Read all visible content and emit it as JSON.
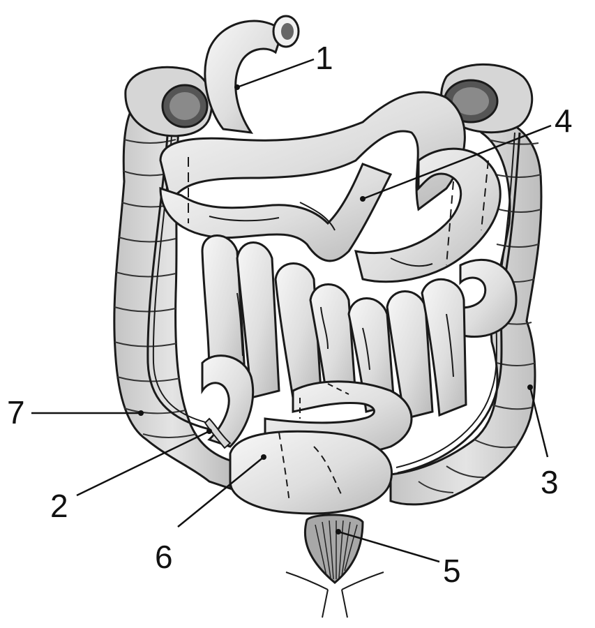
{
  "labels": {
    "l1": "1",
    "l2": "2",
    "l3": "3",
    "l4": "4",
    "l5": "5",
    "l6": "6",
    "l7": "7"
  },
  "colors": {
    "fill": "#e6e6e6",
    "shade": "#c8c8c8",
    "highlight": "#f6f6f6",
    "outline": "#1a1a1a"
  }
}
